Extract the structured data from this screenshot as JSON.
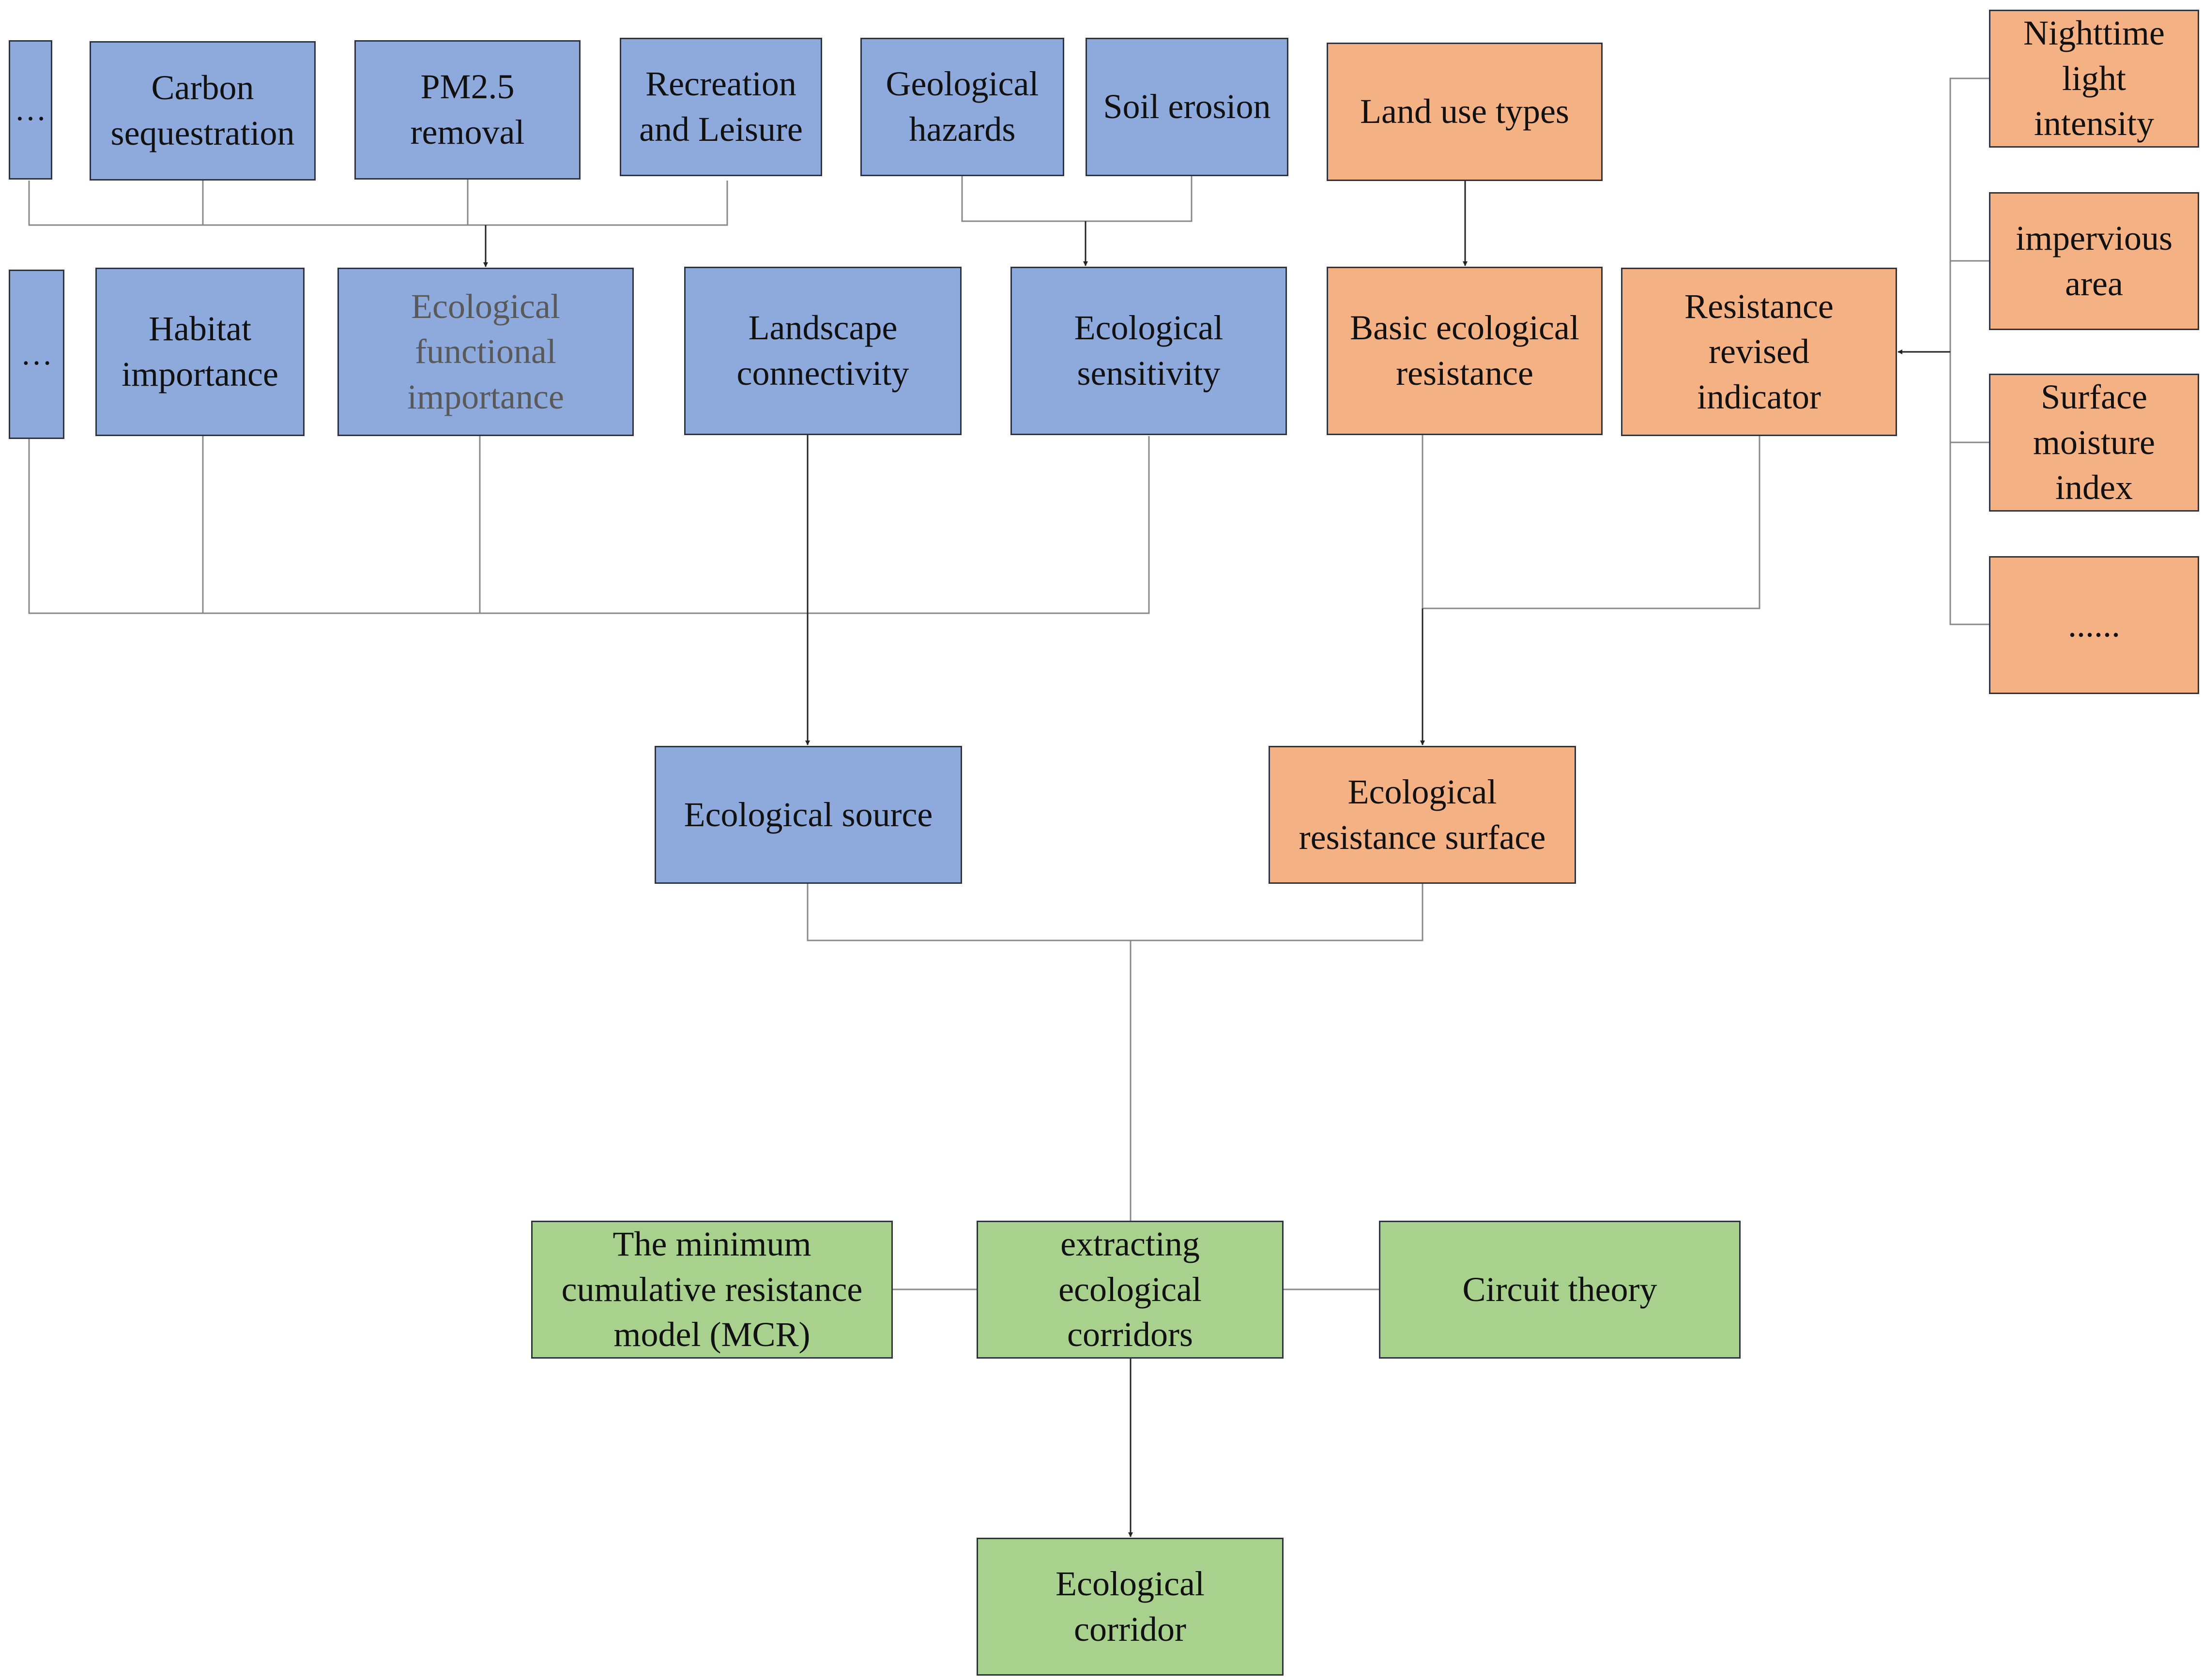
{
  "colors": {
    "ecological_source_group": "#8eaadc",
    "resistance_group": "#f4b183",
    "corridor_group": "#a9d18e",
    "line": "#888888",
    "arrow": "#222222"
  },
  "nodes": {
    "more_services": "…",
    "carbon_sequestration": "Carbon\nsequestration",
    "pm25_removal": "PM2.5\nremoval",
    "recreation_leisure": "Recreation\nand Leisure",
    "geological_hazards": "Geological\nhazards",
    "soil_erosion": "Soil erosion",
    "land_use_types": "Land use types",
    "nighttime_light": "Nighttime\nlight\nintensity",
    "impervious_area": "impervious\narea",
    "surface_moisture": "Surface\nmoisture\nindex",
    "more_indicators": "......",
    "more_criteria": "…",
    "habitat_importance": "Habitat\nimportance",
    "ecological_functional_importance": "Ecological\nfunctional\nimportance",
    "landscape_connectivity": "Landscape\nconnectivity",
    "ecological_sensitivity": "Ecological\nsensitivity",
    "basic_ecological_resistance": "Basic ecological\nresistance",
    "resistance_revised_indicator": "Resistance\nrevised\nindicator",
    "ecological_source": "Ecological source",
    "ecological_resistance_surface": "Ecological\nresistance surface",
    "mcr_model": "The minimum\ncumulative resistance\nmodel (MCR)",
    "extracting_corridors": "extracting\necological\ncorridors",
    "circuit_theory": "Circuit theory",
    "ecological_corridor": "Ecological\ncorridor"
  }
}
